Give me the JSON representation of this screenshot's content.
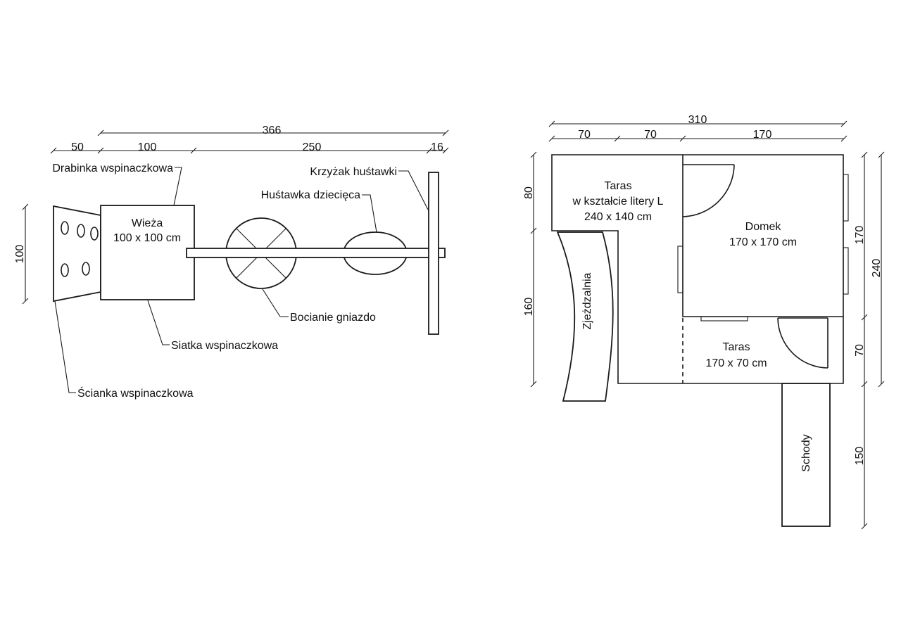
{
  "left_plan": {
    "dimensions": {
      "total": "366",
      "wall_width": "50",
      "tower_width": "100",
      "beam_length": "250",
      "post_width": "16",
      "depth": "100"
    },
    "rooms": {
      "tower_title": "Wieża",
      "tower_size": "100 x 100 cm"
    },
    "callouts": {
      "ladder": "Drabinka wspinaczkowa",
      "swing_frame": "Krzyżak huśtawki",
      "kids_swing": "Huśtawka dziecięca",
      "stork_nest": "Bocianie gniazdo",
      "climbing_net": "Siatka wspinaczkowa",
      "climbing_wall": "Ścianka wspinaczkowa"
    }
  },
  "right_plan": {
    "dimensions": {
      "total_width": "310",
      "seg1": "70",
      "seg2": "70",
      "seg3": "170",
      "left_top": "80",
      "left_bottom": "160",
      "right_upper": "170",
      "right_lower": "70",
      "right_total": "240",
      "stairs": "150"
    },
    "rooms": {
      "terrace_l_line1": "Taras",
      "terrace_l_line2": "w kształcie litery L",
      "terrace_l_size": "240 x 140 cm",
      "house_title": "Domek",
      "house_size": "170 x 170 cm",
      "terrace_small_title": "Taras",
      "terrace_small_size": "170 x 70 cm",
      "slide": "Zjeżdzalnia",
      "stairs": "Schody"
    }
  }
}
